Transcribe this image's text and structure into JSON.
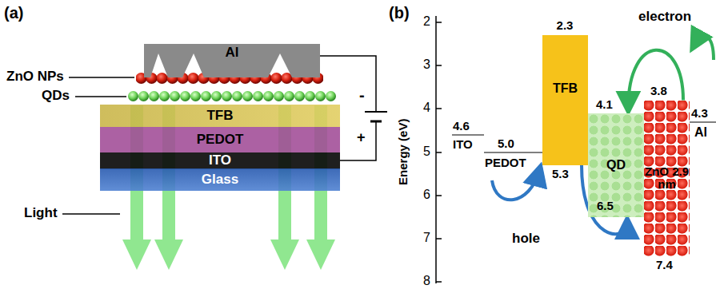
{
  "diagram": {
    "nodes": [
      {
        "text": [
          "Al"
        ]
      },
      {
        "text": [
          "TFB"
        ]
      },
      {
        "text": [
          "PEDOT"
        ]
      },
      {
        "text": [
          "ITO"
        ]
      },
      {
        "text": [
          "Glass"
        ]
      },
      {
        "text": [
          "TFB"
        ]
      },
      {
        "text": [
          "QD"
        ]
      },
      {
        "text": [
          "ZnO 2.9 nm"
        ]
      }
    ],
    "edges": [
      {
        "from": 5,
        "to": 6,
        "arrow": "to"
      },
      {
        "from": 7,
        "to": 6,
        "arrow": "to"
      }
    ],
    "labels": [
      "(a)",
      "ZnO NPs",
      "QDs",
      "Light",
      "-",
      "+",
      "(b)",
      "2",
      "3",
      "4",
      "5",
      "6",
      "7",
      "8",
      "Energy (eV)",
      "2.3",
      "4.1",
      "3.8",
      "4.6",
      "ITO",
      "5.0",
      "PEDOT",
      "5.3",
      "6.5",
      "7.4",
      "4.3",
      "Al",
      "electron",
      "hole"
    ]
  }
}
